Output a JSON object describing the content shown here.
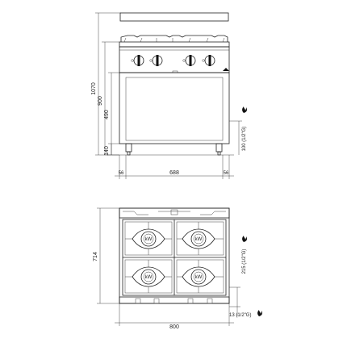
{
  "front_view": {
    "height_total": "1070",
    "height_worktop": "900",
    "height_oven_top": "490",
    "height_legs": "140",
    "gas_height": "100 (1/2\"G)",
    "width_left_leg": "56",
    "width_between_legs": "688",
    "width_right_leg": "56",
    "gas_symbol": "flame-icon"
  },
  "top_view": {
    "depth": "714",
    "gas_depth": "215 (1/2\"G)",
    "gas_offset": "13 (1/2\"G)",
    "width": "800",
    "burner_label": "kW"
  }
}
